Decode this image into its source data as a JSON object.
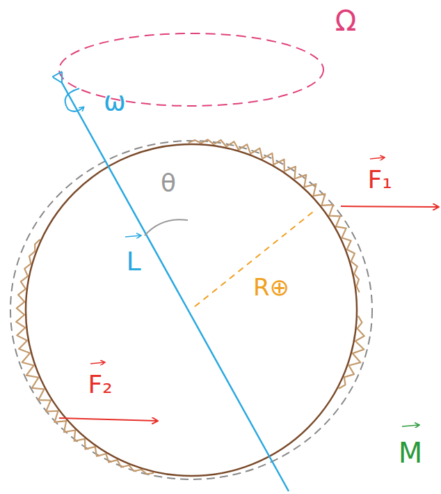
{
  "diagram": {
    "labels": [
      "Ω",
      "ω",
      "θ",
      "L",
      "R⊕",
      "F₁",
      "F₂",
      "M"
    ]
  }
}
